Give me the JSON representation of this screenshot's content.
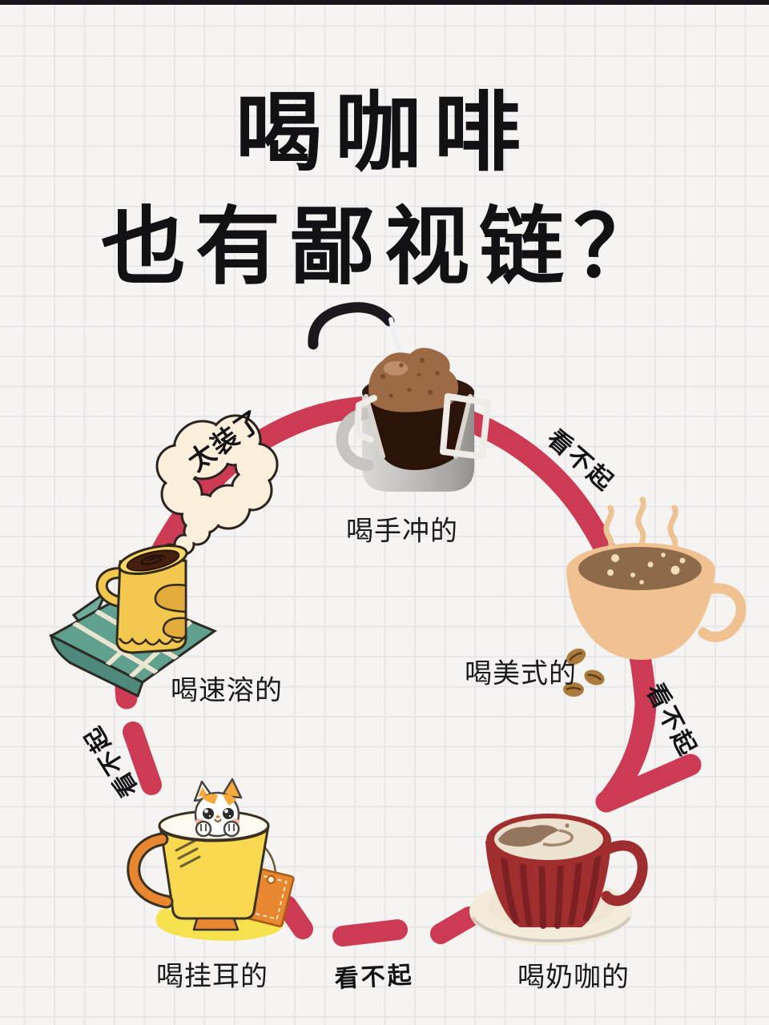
{
  "poster": {
    "title": {
      "line1": "喝咖啡",
      "line2": "也有鄙视链？"
    },
    "nodes": [
      {
        "id": "pourover",
        "label": "喝手冲的"
      },
      {
        "id": "americano",
        "label": "喝美式的"
      },
      {
        "id": "milk-coffee",
        "label": "喝奶咖的"
      },
      {
        "id": "drip-bag",
        "label": "喝挂耳的"
      },
      {
        "id": "instant",
        "label": "喝速溶的"
      }
    ],
    "edges": [
      {
        "id": "instant-to-pourover",
        "label": "太装了",
        "style": "speech-cloud"
      },
      {
        "id": "pourover-to-americano",
        "label": "看不起",
        "style": "solid-arc"
      },
      {
        "id": "americano-to-milk",
        "label": "看不起",
        "style": "solid-arrow"
      },
      {
        "id": "milk-to-dripbag",
        "label": "看不起",
        "style": "dashed"
      },
      {
        "id": "dripbag-to-instant",
        "label": "看不起",
        "style": "dashed"
      }
    ],
    "colors": {
      "chain_red": "#cc3b53",
      "background": "#f5f4f3",
      "grid_line": "#e8e6e9",
      "title_black": "#121113",
      "milk_cup_red": "#a02e2f",
      "yellow_mug": "#f3c84e",
      "teal_napkin": "#5fa08f",
      "americano_tan": "#f0c291",
      "orange": "#e8872f",
      "cloud_cream": "#fbeeda"
    }
  }
}
